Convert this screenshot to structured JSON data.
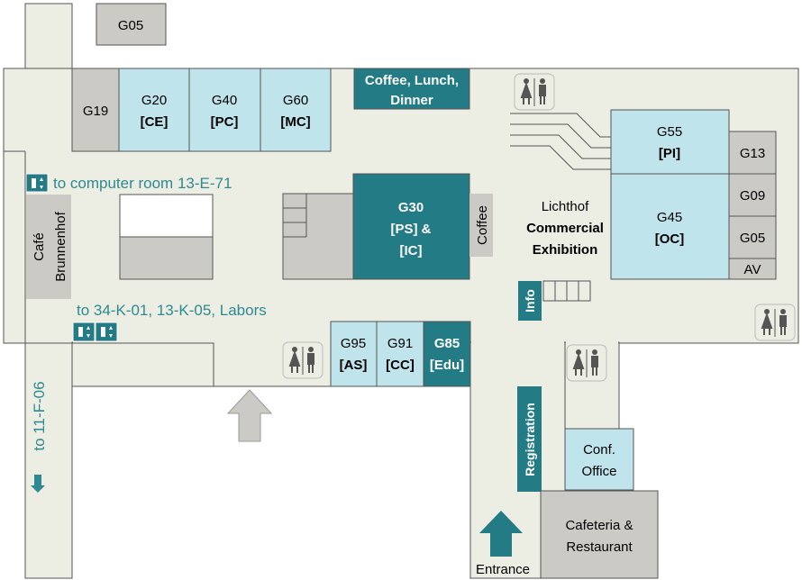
{
  "colors": {
    "corridor": "#ecede3",
    "light_blue": "#bfe4ec",
    "teal": "#237b85",
    "grey": "#cccac5",
    "outline": "#555555",
    "teal_text": "#2e8a92",
    "white": "#ffffff"
  },
  "rooms": {
    "g05_top": {
      "name": "G05"
    },
    "g19": {
      "name": "G19"
    },
    "g20": {
      "name": "G20",
      "tag": "[CE]"
    },
    "g40": {
      "name": "G40",
      "tag": "[PC]"
    },
    "g60": {
      "name": "G60",
      "tag": "[MC]"
    },
    "g30": {
      "name": "G30",
      "tag1": "[PS] &",
      "tag2": "[IC]"
    },
    "g55": {
      "name": "G55",
      "tag": "[PI]"
    },
    "g45": {
      "name": "G45",
      "tag": "[OC]"
    },
    "g13": {
      "name": "G13"
    },
    "g09": {
      "name": "G09"
    },
    "g05_right": {
      "name": "G05"
    },
    "av": {
      "name": "AV"
    },
    "g95": {
      "name": "G95",
      "tag": "[AS]"
    },
    "g91": {
      "name": "G91",
      "tag": "[CC]"
    },
    "g85": {
      "name": "G85",
      "tag": "[Edu]"
    }
  },
  "areas": {
    "coffee_lunch": {
      "line1": "Coffee, Lunch,",
      "line2": "Dinner"
    },
    "coffee": {
      "label": "Coffee"
    },
    "cafe": {
      "line1": "Café",
      "line2": "Brunnenhof"
    },
    "lichthof": {
      "line1": "Lichthof",
      "line2": "Commercial",
      "line3": "Exhibition"
    },
    "info": {
      "label": "Info"
    },
    "registration": {
      "label": "Registration"
    },
    "conf_office": {
      "line1": "Conf.",
      "line2": "Office"
    },
    "cafeteria": {
      "line1": "Cafeteria &",
      "line2": "Restaurant"
    },
    "entrance": {
      "label": "Entrance"
    }
  },
  "directions": {
    "computer_room": "to computer room 13-E-71",
    "labors": "to 34-K-01, 13-K-05, Labors",
    "to_11f06": "to 11-F-06"
  },
  "icons": [
    "restroom-icon",
    "elevator-icon",
    "stairs-icon",
    "entrance-arrow-icon",
    "down-arrow-icon",
    "up-arrow-icon"
  ]
}
